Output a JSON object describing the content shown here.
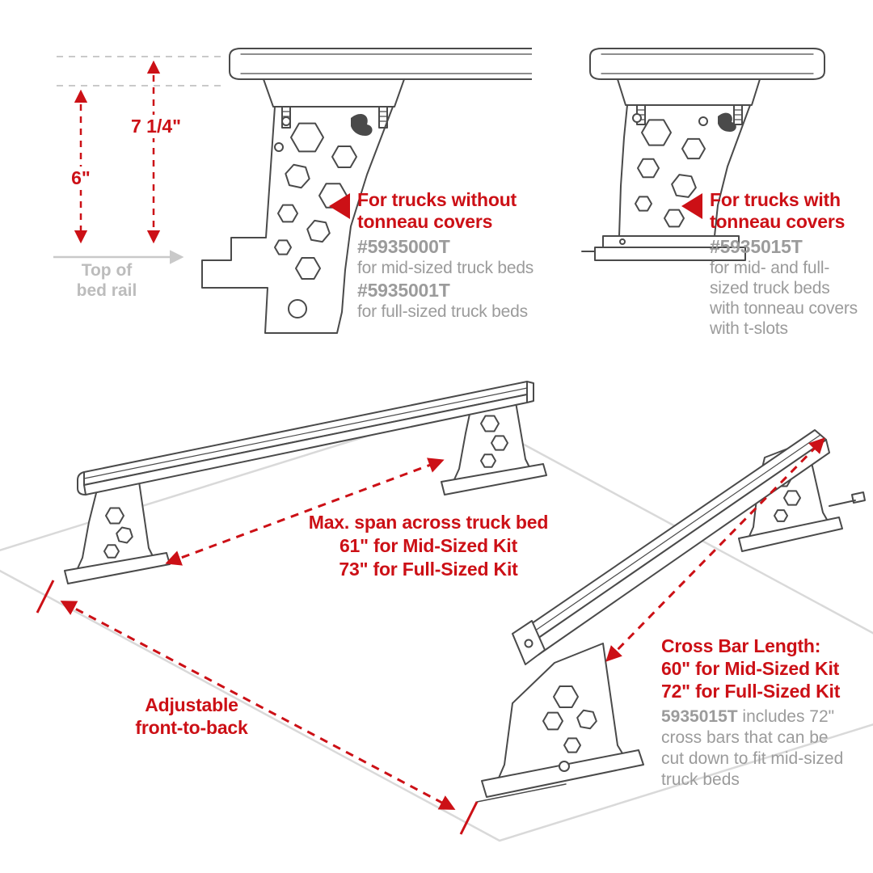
{
  "colors": {
    "accent_red": "#cc1016",
    "text_gray": "#9b9b9b",
    "guide_gray": "#c9c9c9",
    "drawing_stroke": "#4a4a4a"
  },
  "dimension_callouts": {
    "overall_height": "7 1/4\"",
    "rail_height": "6\"",
    "baseline_label": "Top of\nbed rail"
  },
  "bracket_no_tonneau": {
    "heading": "For trucks without\ntonneau covers",
    "parts": [
      {
        "part_number": "#5935000T",
        "description": "for mid-sized truck beds"
      },
      {
        "part_number": "#5935001T",
        "description": "for full-sized truck beds"
      }
    ]
  },
  "bracket_tonneau": {
    "heading": "For trucks with\ntonneau covers",
    "parts": [
      {
        "part_number": "#5935015T",
        "description": "for mid- and full-\nsized truck beds\nwith tonneau covers\nwith t-slots"
      }
    ]
  },
  "bed_diagram": {
    "max_span_label": "Max. span across truck bed\n61\" for Mid-Sized Kit\n73\" for Full-Sized Kit",
    "cross_bar_length_label": "Cross Bar Length:\n60\" for Mid-Sized Kit\n72\" for Full-Sized Kit",
    "cross_bar_note_part": "5935015T",
    "cross_bar_note_rest": " includes 72\"\ncross bars that can be\ncut down to fit mid-sized\ntruck beds",
    "adjustable_label": "Adjustable\nfront-to-back"
  }
}
